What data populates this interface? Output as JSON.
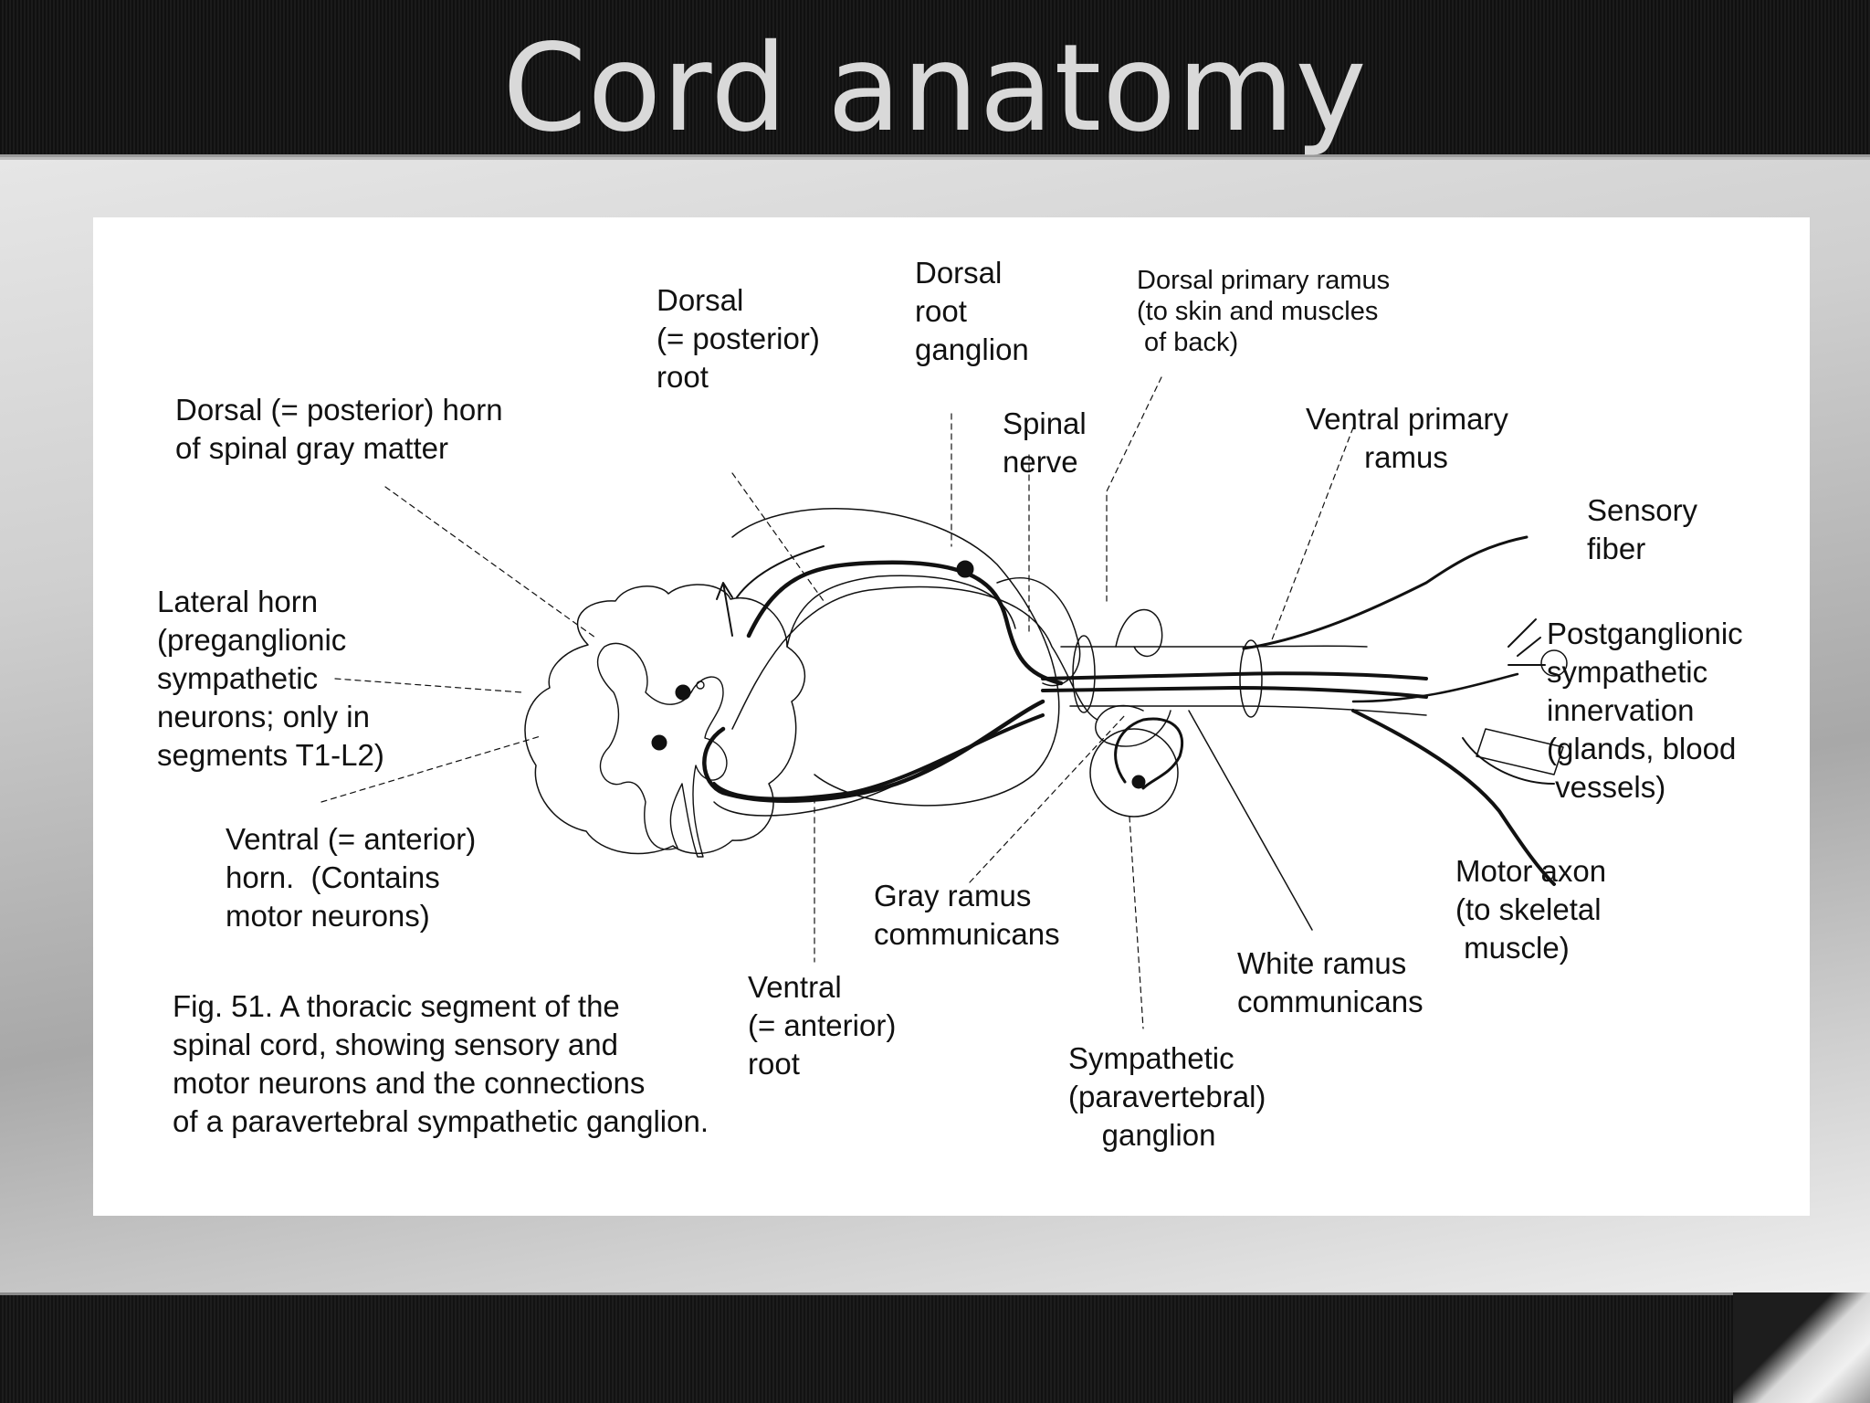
{
  "slide": {
    "title": "Cord anatomy"
  },
  "figure": {
    "labels": {
      "dorsal_horn": "Dorsal (= posterior) horn\nof spinal gray matter",
      "dorsal_root": "Dorsal\n(= posterior)\nroot",
      "drg": "Dorsal\nroot\nganglion",
      "dorsal_primary_ramus": "Dorsal primary ramus\n(to skin and muscles\n of back)",
      "spinal_nerve": "Spinal\nnerve",
      "ventral_primary_ramus": "Ventral primary\n       ramus",
      "sensory_fiber": "Sensory\nfiber",
      "lateral_horn": "Lateral horn\n(preganglionic\nsympathetic\nneurons; only in\nsegments T1-L2)",
      "postganglionic": "Postganglionic\nsympathetic\ninnervation\n(glands, blood\n vessels)",
      "ventral_horn": "Ventral (= anterior)\nhorn.  (Contains\nmotor neurons)",
      "gray_ramus": "Gray ramus\ncommunicans",
      "motor_axon": "Motor axon\n(to skeletal\n muscle)",
      "white_ramus": "White ramus\ncommunicans",
      "ventral_root": "Ventral\n(= anterior)\nroot",
      "sympathetic_ganglion": "Sympathetic\n(paravertebral)\n    ganglion",
      "caption": "Fig. 51. A thoracic segment of the\nspinal cord, showing sensory and\nmotor neurons and the connections\nof a paravertebral sympathetic ganglion."
    }
  },
  "colors": {
    "title_text": "#d9d9d9",
    "line": "#111111"
  }
}
